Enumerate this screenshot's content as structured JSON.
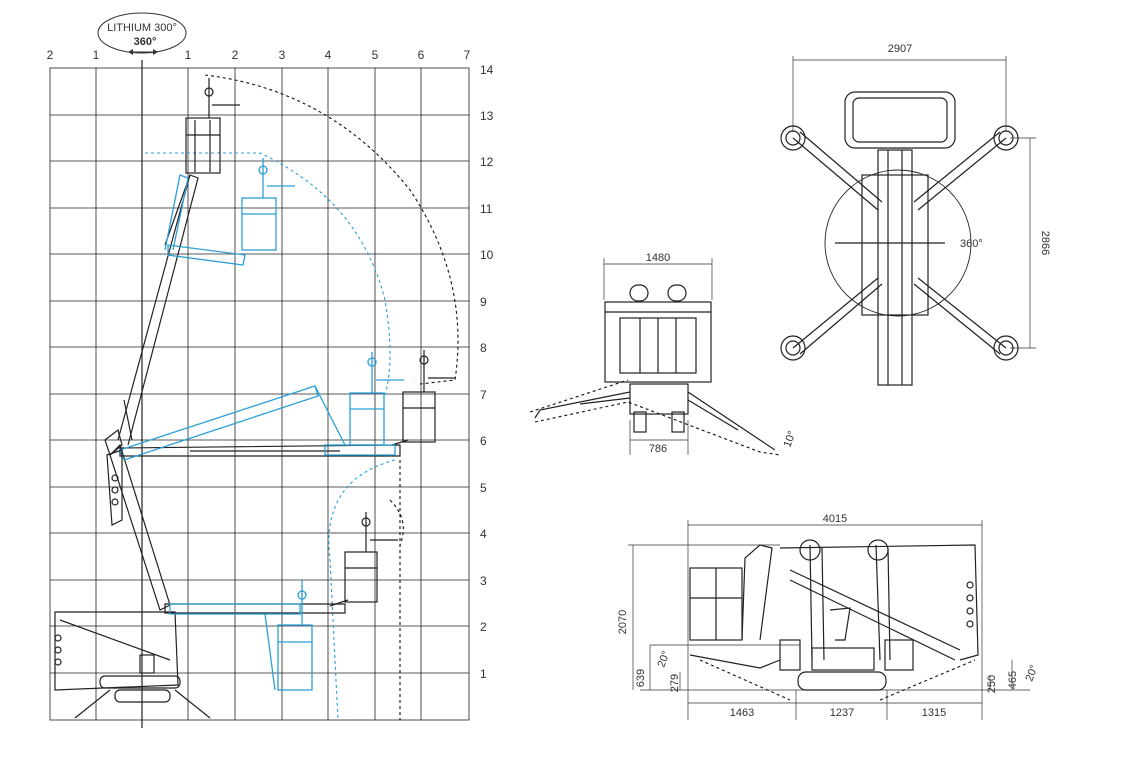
{
  "badge": {
    "line1": "LITHIUM 300°",
    "line2": "360°"
  },
  "envelope": {
    "x_labels": [
      "2",
      "1",
      "",
      "1",
      "2",
      "3",
      "4",
      "5",
      "6",
      "7"
    ],
    "y_labels": [
      "14",
      "13",
      "12",
      "11",
      "10",
      "9",
      "8",
      "7",
      "6",
      "5",
      "4",
      "3",
      "2",
      "1"
    ]
  },
  "front_view": {
    "width_top": "1480",
    "width_bottom": "786",
    "angle": "10°"
  },
  "top_view": {
    "width": "2907",
    "length": "2866",
    "rotation": "360°"
  },
  "side_view": {
    "length": "4015",
    "height": "2070",
    "seg_left": "1463",
    "seg_mid": "1237",
    "seg_right": "1315",
    "h_639": "639",
    "h_279": "279",
    "h_250": "250",
    "h_465": "465",
    "angle_left": "20°",
    "angle_right": "20°"
  },
  "colors": {
    "line": "#222222",
    "accent": "#2b9fd6"
  }
}
